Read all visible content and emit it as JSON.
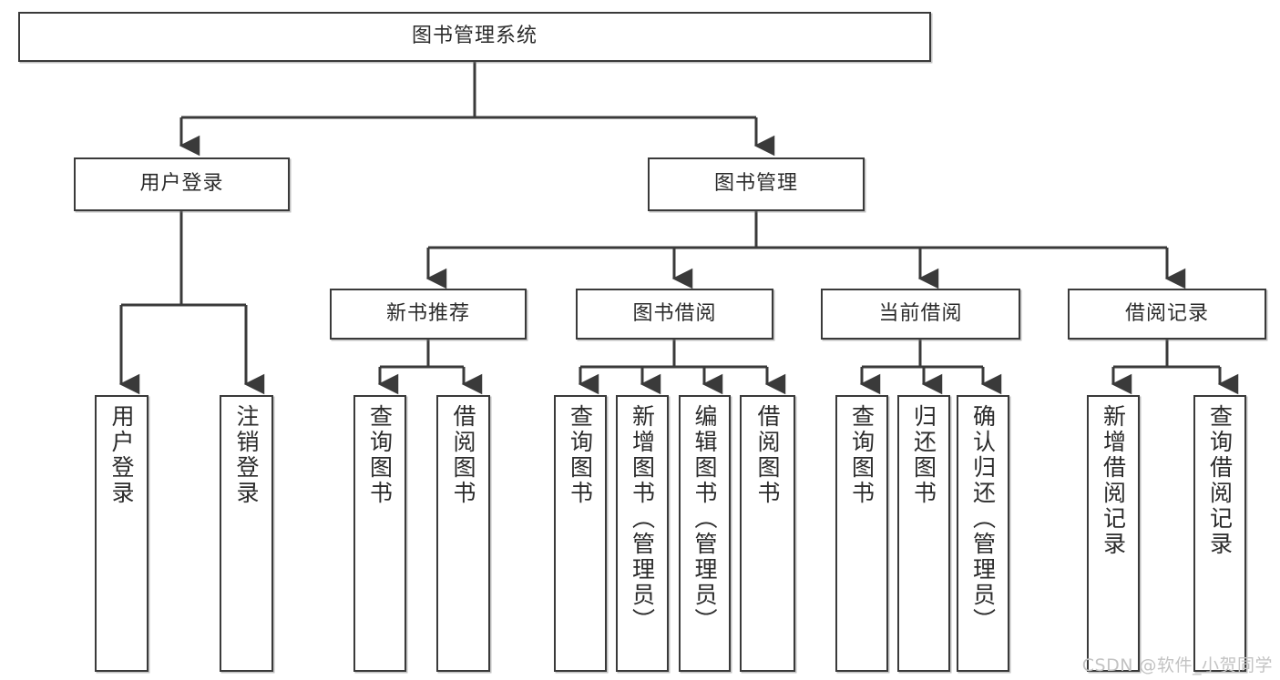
{
  "diagram": {
    "title": "图书管理系统",
    "type": "tree-hierarchy-chart",
    "line_color": "#3a3a3a",
    "box_fill": "#ffffff",
    "text_color": "#2b2b2b",
    "root": {
      "id": "root",
      "label": "图书管理系统"
    },
    "level2": [
      {
        "id": "user-login",
        "label": "用户登录"
      },
      {
        "id": "book-management",
        "label": "图书管理"
      }
    ],
    "level3": [
      {
        "id": "new-book-recommend",
        "label": "新书推荐"
      },
      {
        "id": "book-borrow",
        "label": "图书借阅"
      },
      {
        "id": "current-borrow",
        "label": "当前借阅"
      },
      {
        "id": "borrow-record",
        "label": "借阅记录"
      }
    ],
    "leaves": {
      "user_login": [
        {
          "id": "leaf-user-login",
          "label": "用户登录"
        },
        {
          "id": "leaf-logout-login",
          "label": "注销登录"
        }
      ],
      "new_book_recommend": [
        {
          "id": "leaf-query-book-1",
          "label": "查询图书"
        },
        {
          "id": "leaf-borrow-book-1",
          "label": "借阅图书"
        }
      ],
      "book_borrow": [
        {
          "id": "leaf-query-book-2",
          "label": "查询图书"
        },
        {
          "id": "leaf-add-book-admin",
          "label": "新增图书（管理员）"
        },
        {
          "id": "leaf-edit-book-admin",
          "label": "编辑图书（管理员）"
        },
        {
          "id": "leaf-borrow-book-2",
          "label": "借阅图书"
        }
      ],
      "current_borrow": [
        {
          "id": "leaf-query-book-3",
          "label": "查询图书"
        },
        {
          "id": "leaf-return-book",
          "label": "归还图书"
        },
        {
          "id": "leaf-confirm-return-admin",
          "label": "确认归还（管理员）"
        }
      ],
      "borrow_record": [
        {
          "id": "leaf-add-borrow-record",
          "label": "新增借阅记录"
        },
        {
          "id": "leaf-query-borrow-record",
          "label": "查询借阅记录"
        }
      ]
    }
  },
  "watermark": {
    "text": "CSDN @软件_小贺同学"
  }
}
